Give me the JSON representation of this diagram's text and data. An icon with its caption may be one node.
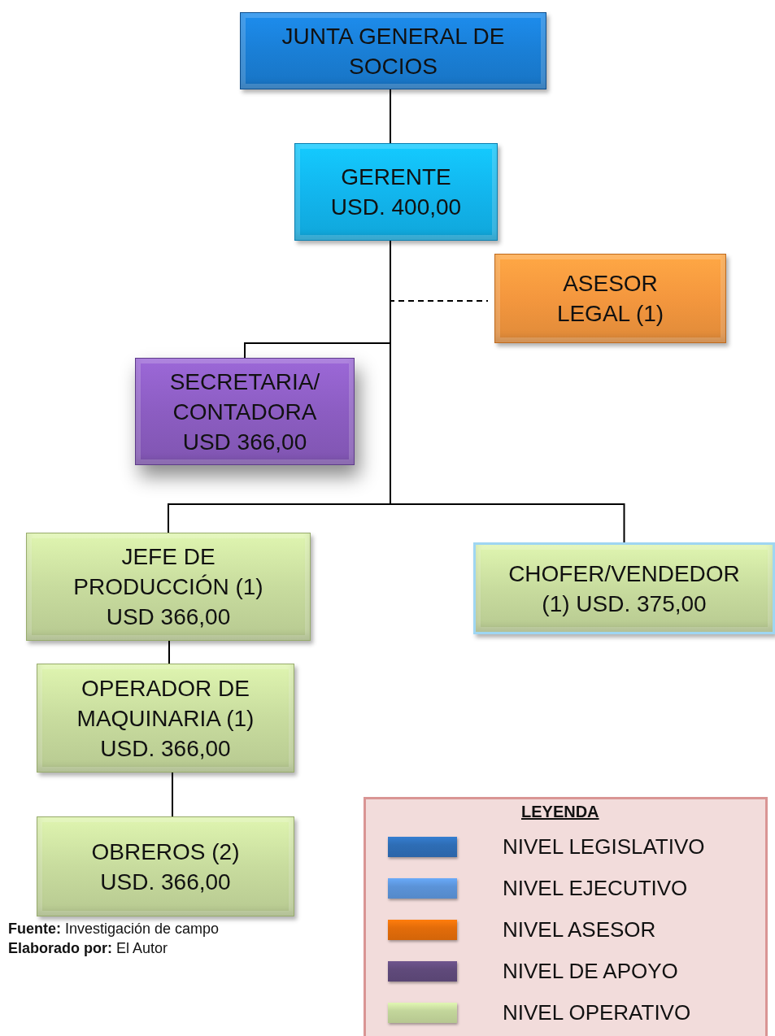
{
  "diagram": {
    "nodes": [
      {
        "text": [
          "JUNTA GENERAL DE SOCIOS"
        ]
      },
      {
        "text": [
          "GERENTE USD. 400,00"
        ]
      },
      {
        "text": [
          "ASESOR LEGAL (1)"
        ]
      },
      {
        "text": [
          "SECRETARIA/ CONTADORA USD 366,00"
        ]
      },
      {
        "text": [
          "JEFE DE PRODUCCIÓN (1) USD 366,00"
        ]
      },
      {
        "text": [
          "CHOFER/VENDEDOR (1) USD. 375,00"
        ]
      },
      {
        "text": [
          "OPERADOR DE MAQUINARIA (1) USD. 366,00"
        ]
      },
      {
        "text": [
          "OBREROS (2) USD. 366,00"
        ]
      }
    ],
    "edges": [
      {
        "from": 0,
        "to": 1,
        "arrow": "none"
      },
      {
        "from": 1,
        "to": 2,
        "arrow": "none",
        "style": "dashed"
      },
      {
        "from": 1,
        "to": 3,
        "arrow": "none"
      },
      {
        "from": 1,
        "to": 4,
        "arrow": "none"
      },
      {
        "from": 1,
        "to": 5,
        "arrow": "none"
      },
      {
        "from": 4,
        "to": 6,
        "arrow": "none"
      },
      {
        "from": 6,
        "to": 7,
        "arrow": "none"
      }
    ],
    "labels": [
      "LEYENDA",
      "**Fuente:** Investigación de campo",
      "**Elaborado por:** El Autor"
    ],
    "legend": [
      {
        "text": "NIVEL LEGISLATIVO",
        "color": "#2e6db5"
      },
      {
        "text": "NIVEL EJECUTIVO",
        "color": "#5b93d8"
      },
      {
        "text": "NIVEL ASESOR",
        "color": "#e36c0a"
      },
      {
        "text": "NIVEL DE APOYO",
        "color": "#604a7b"
      },
      {
        "text": "NIVEL OPERATIVO",
        "color": "#c3d69b"
      }
    ]
  }
}
